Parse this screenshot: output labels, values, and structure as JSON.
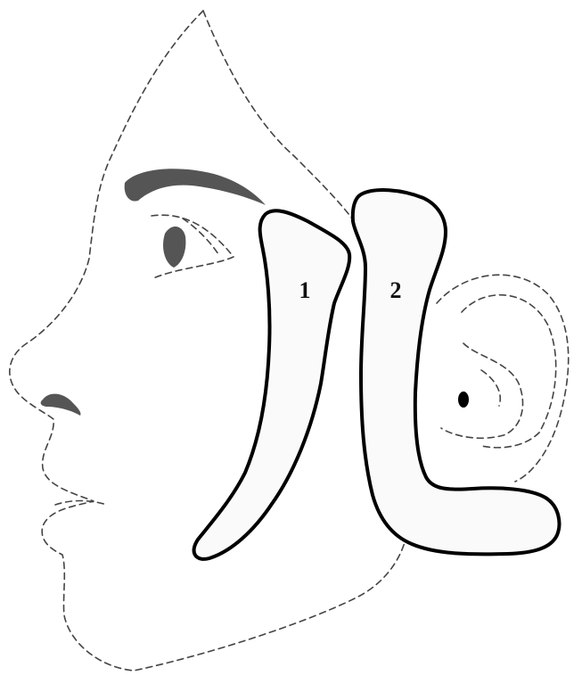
{
  "diagram": {
    "regions": [
      {
        "id": "1",
        "label": "1"
      },
      {
        "id": "2",
        "label": "2"
      }
    ],
    "colors": {
      "outline": "#000000",
      "dashed_contour": "#444444",
      "features": "#555555",
      "region_fill": "#fafafa",
      "background": "#ffffff"
    },
    "icons": {
      "face_profile": "face-profile-outline",
      "ear": "ear-outline",
      "eye": "eye-icon",
      "eyebrow": "eyebrow-shape",
      "nostril": "nostril-shape"
    }
  }
}
